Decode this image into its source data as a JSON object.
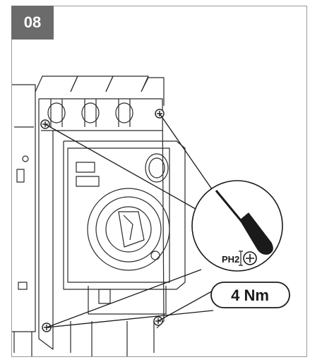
{
  "step": {
    "number": "08"
  },
  "tool": {
    "bit": "PH2"
  },
  "torque": {
    "value": "4 Nm"
  },
  "colors": {
    "badge": "#6b6b6b",
    "line": "#1a1a1a",
    "frame": "#9a9a9a"
  }
}
